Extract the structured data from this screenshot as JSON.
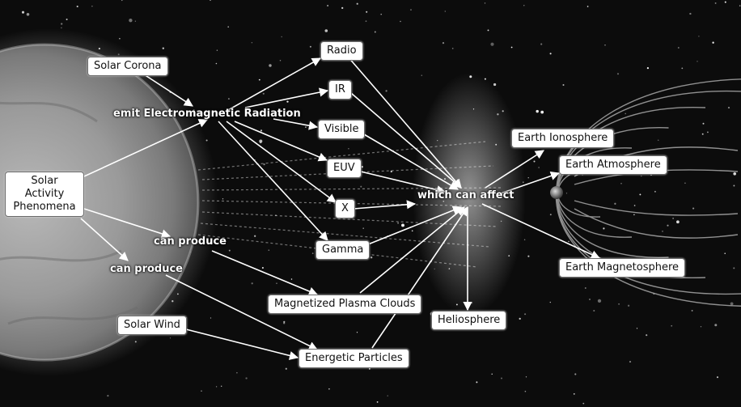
{
  "nodes": {
    "solar_activity": "Solar Activity Phenomena",
    "solar_corona": "Solar Corona",
    "solar_wind": "Solar Wind",
    "radio": "Radio",
    "ir": "IR",
    "visible": "Visible",
    "euv": "EUV",
    "x": "X",
    "gamma": "Gamma",
    "plasma_clouds": "Magnetized Plasma Clouds",
    "energetic_particles": "Energetic Particles",
    "heliosphere": "Heliosphere",
    "ionosphere": "Earth Ionosphere",
    "atmosphere": "Earth Atmosphere",
    "magnetosphere": "Earth Magnetosphere"
  },
  "labels": {
    "emit": "emit Electromagnetic Radiation",
    "can_produce_1": "can produce",
    "can_produce_2": "can produce",
    "which_can_affect": "which can affect"
  },
  "colors": {
    "arrow": "#ffffff",
    "box_fill": "#ffffff",
    "box_border": "#6a6a6a",
    "space": "#0c0c0c"
  }
}
